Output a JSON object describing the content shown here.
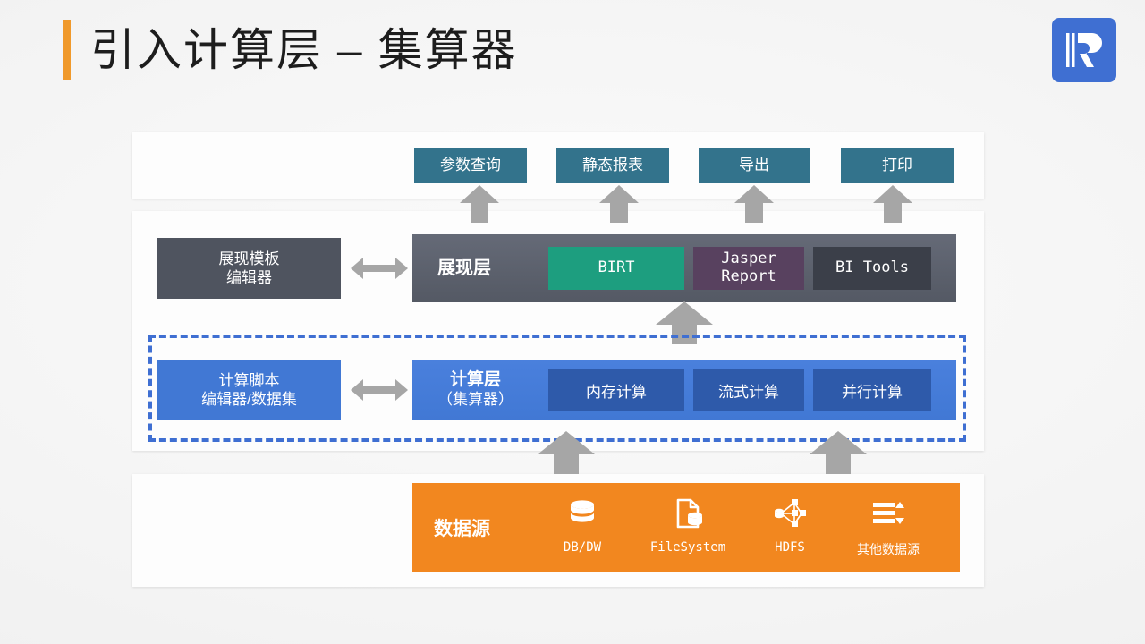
{
  "slide": {
    "title": "引入计算层  –  集算器",
    "accent_color": "#f0992b",
    "logo_name": "raqsoft-logo",
    "logo_color": "#3f6fd2"
  },
  "output_layer": {
    "buttons": [
      {
        "label": "参数查询"
      },
      {
        "label": "静态报表"
      },
      {
        "label": "导出"
      },
      {
        "label": "打印"
      }
    ],
    "color": "#33738c"
  },
  "presentation_layer": {
    "editor_line1": "展现模板",
    "editor_line2": "编辑器",
    "editor_color": "#4f545f",
    "bar_label": "展现层",
    "bar_color": "#585d6b",
    "tools": [
      {
        "label": "BIRT",
        "color": "#1d9e7f"
      },
      {
        "label": "Jasper\nReport",
        "color": "#58415f"
      },
      {
        "label": "BI Tools",
        "color": "#3b3f49"
      }
    ]
  },
  "compute_layer": {
    "editor_line1": "计算脚本",
    "editor_line2": "编辑器/数据集",
    "editor_color": "#4178d4",
    "bar_label_line1": "计算层",
    "bar_label_line2": "（集算器）",
    "bar_color": "#4178d4",
    "dashed_border_color": "#3f6fd2",
    "features": [
      {
        "label": "内存计算"
      },
      {
        "label": "流式计算"
      },
      {
        "label": "并行计算"
      }
    ],
    "feature_color": "#2e5aaa"
  },
  "data_source_layer": {
    "label": "数据源",
    "color": "#f2871f",
    "sources": [
      {
        "label": "DB/DW",
        "icon": "database-icon"
      },
      {
        "label": "FileSystem",
        "icon": "file-system-icon"
      },
      {
        "label": "HDFS",
        "icon": "hdfs-network-icon"
      },
      {
        "label": "其他数据源",
        "icon": "other-sources-icon"
      }
    ]
  },
  "arrows": {
    "color": "#a6a6a6",
    "up_count_top": 4,
    "up_count_bottom": 2,
    "double_arrow_count": 2
  }
}
